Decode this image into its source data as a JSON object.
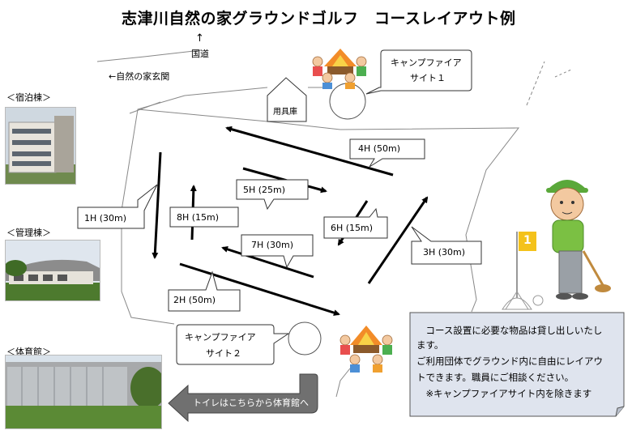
{
  "title": "志津川自然の家グラウンドゴルフ　コースレイアウト例",
  "labels": {
    "national_road": "国道",
    "up_arrow": "↑",
    "entrance": "←自然の家玄関",
    "storage": "用具庫",
    "campfire1_line1": "キャンプファイア",
    "campfire1_line2": "サイト１",
    "campfire2_line1": "キャンプファイア",
    "campfire2_line2": "サイト２",
    "toilet": "トイレはこちらから体育館へ"
  },
  "photos": {
    "lodging": "＜宿泊棟＞",
    "admin": "＜管理棟＞",
    "gym": "＜体育館＞"
  },
  "holes": [
    {
      "id": "1H",
      "label": "1H (30m)"
    },
    {
      "id": "2H",
      "label": "2H (50m)"
    },
    {
      "id": "3H",
      "label": "3H (30m)"
    },
    {
      "id": "4H",
      "label": "4H (50m)"
    },
    {
      "id": "5H",
      "label": "5H (25m)"
    },
    {
      "id": "6H",
      "label": "6H (15m)"
    },
    {
      "id": "7H",
      "label": "7H (30m)"
    },
    {
      "id": "8H",
      "label": "8H (15m)"
    }
  ],
  "flag_number": "1",
  "note": {
    "line1": "　コース設置に必要な物品は貸し出しいたし",
    "line2": "ます。",
    "line3": "ご利用団体でグラウンド内に自由にレイアウ",
    "line4": "トできます。職員にご相談ください。",
    "line5": "　※キャンプファイアサイト内を除きます"
  },
  "colors": {
    "note_bg": "#dfe4ee",
    "toilet_arrow": "#707070",
    "golfer_green": "#7bc043",
    "flag_yellow": "#f4c21b"
  }
}
